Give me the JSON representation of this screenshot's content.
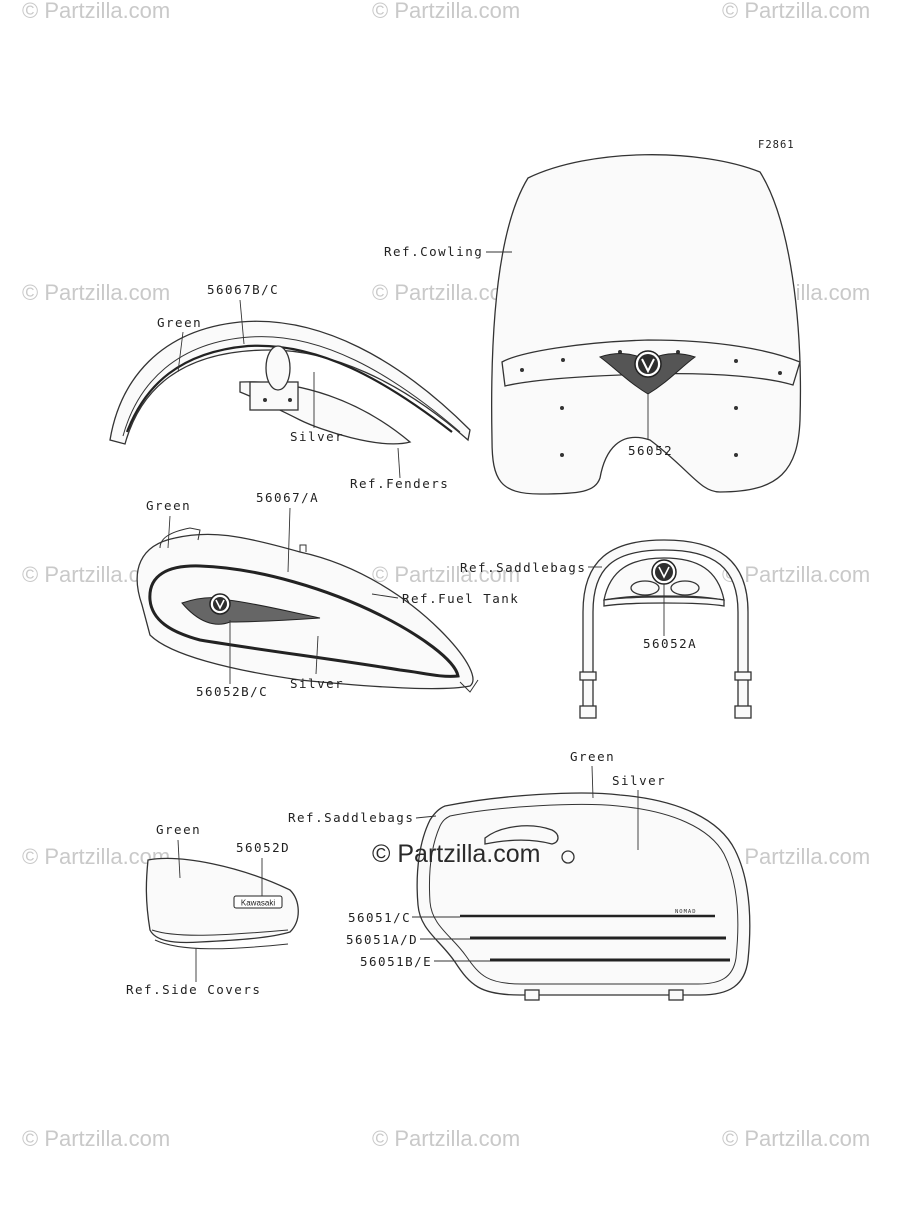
{
  "figure_code": "F2861",
  "watermark": "© Partzilla.com",
  "labels": {
    "ref_cowling": "Ref.Cowling",
    "fender_part": "56067B/C",
    "fender_green": "Green",
    "fender_silver": "Silver",
    "ref_fenders": "Ref.Fenders",
    "cowling_emblem": "56052",
    "tank_green": "Green",
    "tank_part": "56067/A",
    "ref_fuel_tank": "Ref.Fuel Tank",
    "tank_emblem": "56052B/C",
    "tank_silver": "Silver",
    "ref_saddlebags_top": "Ref.Saddlebags",
    "backrest_emblem": "56052A",
    "sidecover_green": "Green",
    "sidecover_emblem": "56052D",
    "ref_side_covers": "Ref.Side Covers",
    "ref_saddlebags_bottom": "Ref.Saddlebags",
    "bag_green": "Green",
    "bag_silver": "Silver",
    "stripe_c": "56051/C",
    "stripe_ad": "56051A/D",
    "stripe_be": "56051B/E"
  },
  "decal_text": {
    "sidecover_badge": "Kawasaki",
    "bag_badge": "NOMAD"
  }
}
